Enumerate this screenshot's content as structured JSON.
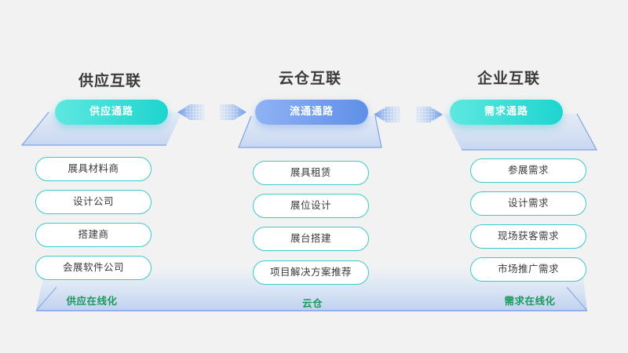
{
  "columns": [
    {
      "title": "供应互联",
      "channel": "供应通路",
      "items": [
        "展具材料商",
        "设计公司",
        "搭建商",
        "会展软件公司"
      ],
      "base_label": "供应在线化"
    },
    {
      "title": "云仓互联",
      "channel": "流通通路",
      "items": [
        "展具租赁",
        "展位设计",
        "展台搭建",
        "项目解决方案推荐"
      ],
      "base_label": "云仓"
    },
    {
      "title": "企业互联",
      "channel": "需求通路",
      "items": [
        "参展需求",
        "设计需求",
        "现场获客需求",
        "市场推广需求"
      ],
      "base_label": "需求在线化"
    }
  ],
  "colors": {
    "teal": "#1ed4cf",
    "blue": "#5f8fe8",
    "item_border": "#3cc9c8",
    "base_text": "#1a9a5c",
    "title_text": "#3a3a3a"
  },
  "icons": [
    "double-arrow-left-icon",
    "double-arrow-right-icon"
  ]
}
